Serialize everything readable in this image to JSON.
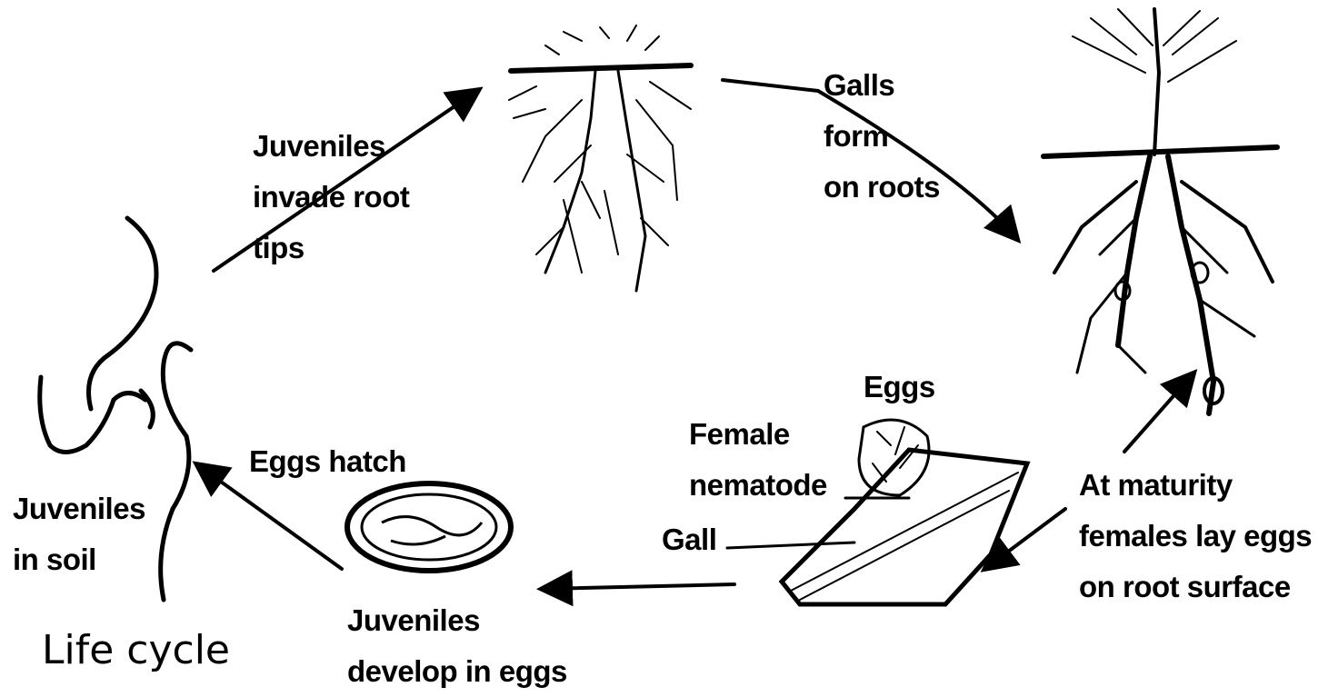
{
  "title": "Life cycle",
  "labels": {
    "juveniles_invade": [
      "Juveniles",
      "invade root",
      "tips"
    ],
    "galls_form": [
      "Galls",
      "form",
      "on roots"
    ],
    "eggs": "Eggs",
    "female_nematode": [
      "Female",
      "nematode"
    ],
    "gall": "Gall",
    "at_maturity": [
      "At maturity",
      "females lay eggs",
      "on root surface"
    ],
    "eggs_hatch": "Eggs hatch",
    "juveniles_soil": [
      "Juveniles",
      "in soil"
    ],
    "juveniles_develop": [
      "Juveniles",
      "develop in eggs"
    ]
  }
}
